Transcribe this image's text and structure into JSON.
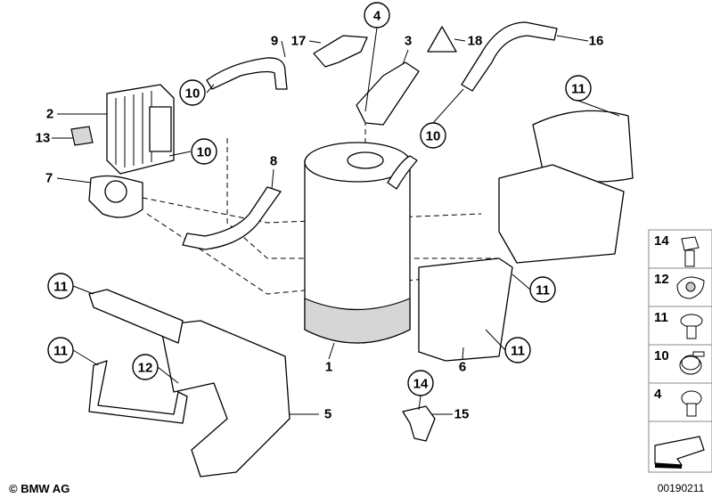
{
  "diagram": {
    "circled_callouts": [
      {
        "id": "c4",
        "label": "4"
      },
      {
        "id": "c10a",
        "label": "10"
      },
      {
        "id": "c10b",
        "label": "10"
      },
      {
        "id": "c10c",
        "label": "10"
      },
      {
        "id": "c11a",
        "label": "11"
      },
      {
        "id": "c11b",
        "label": "11"
      },
      {
        "id": "c11c",
        "label": "11"
      },
      {
        "id": "c11d",
        "label": "11"
      },
      {
        "id": "c11e",
        "label": "11"
      },
      {
        "id": "c12",
        "label": "12"
      },
      {
        "id": "c14",
        "label": "14"
      }
    ],
    "plain_callouts": [
      {
        "id": "p9",
        "label": "9"
      },
      {
        "id": "p17",
        "label": "17"
      },
      {
        "id": "p3",
        "label": "3"
      },
      {
        "id": "p18",
        "label": "18"
      },
      {
        "id": "p16",
        "label": "16"
      },
      {
        "id": "p2",
        "label": "2"
      },
      {
        "id": "p13",
        "label": "13"
      },
      {
        "id": "p7",
        "label": "7"
      },
      {
        "id": "p8",
        "label": "8"
      },
      {
        "id": "p1",
        "label": "1"
      },
      {
        "id": "p6",
        "label": "6"
      },
      {
        "id": "p5",
        "label": "5"
      },
      {
        "id": "p15",
        "label": "15"
      }
    ],
    "legend": [
      {
        "label": "14",
        "icon": "hex-bolt-icon"
      },
      {
        "label": "12",
        "icon": "clip-nut-icon"
      },
      {
        "label": "11",
        "icon": "collar-screw-icon"
      },
      {
        "label": "10",
        "icon": "hose-clamp-icon"
      },
      {
        "label": "4",
        "icon": "torx-screw-icon"
      }
    ],
    "diagram_number": "00190211",
    "copyright": "© BMW AG"
  }
}
